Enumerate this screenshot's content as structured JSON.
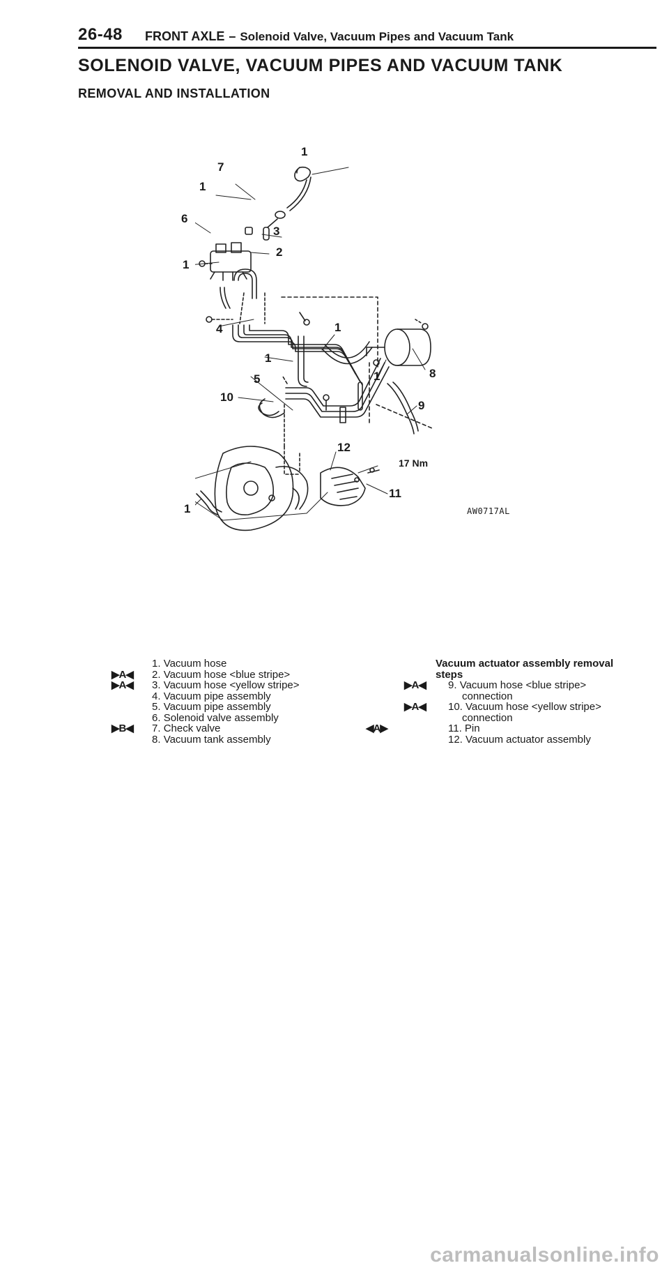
{
  "header": {
    "page_number": "26-48",
    "section": "FRONT AXLE",
    "dash": "–",
    "subtitle": "Solenoid Valve, Vacuum Pipes and Vacuum Tank"
  },
  "main_title": "SOLENOID VALVE, VACUUM PIPES AND VACUUM TANK",
  "section_title": "REMOVAL AND INSTALLATION",
  "figure": {
    "callouts": {
      "c1a": "1",
      "c7": "7",
      "c1b": "1",
      "c6": "6",
      "c3": "3",
      "c2": "2",
      "c1c": "1",
      "c4": "4",
      "c1d": "1",
      "c1e": "1",
      "c8": "8",
      "c1f": "1",
      "c5": "5",
      "c10": "10",
      "c9": "9",
      "c12": "12",
      "c11": "11",
      "c1g": "1"
    },
    "torque": "17 Nm",
    "code": "AW0717AL"
  },
  "legend": {
    "left_items": [
      {
        "mark": "",
        "num": "1.",
        "text": "Vacuum hose"
      },
      {
        "mark": "▶A◀",
        "num": "2.",
        "text": "Vacuum hose <blue stripe>"
      },
      {
        "mark": "▶A◀",
        "num": "3.",
        "text": "Vacuum hose <yellow stripe>"
      },
      {
        "mark": "",
        "num": "4.",
        "text": "Vacuum pipe assembly"
      },
      {
        "mark": "",
        "num": "5.",
        "text": "Vacuum pipe assembly"
      },
      {
        "mark": "",
        "num": "6.",
        "text": "Solenoid valve assembly"
      },
      {
        "mark": "▶B◀",
        "num": "7.",
        "text": "Check valve"
      },
      {
        "mark": "",
        "num": "8.",
        "text": "Vacuum tank assembly"
      }
    ],
    "steps_heading_line1": "Vacuum actuator assembly removal",
    "steps_heading_line2": "steps",
    "right_items": [
      {
        "mark": "▶A◀",
        "num": "9.",
        "text": "Vacuum hose <blue stripe>",
        "cont": "connection"
      },
      {
        "mark": "▶A◀",
        "num": "10.",
        "text": "Vacuum hose <yellow stripe>",
        "cont": "connection"
      },
      {
        "mark": "◀A▶",
        "num": "11.",
        "text": "Pin",
        "cont": ""
      },
      {
        "mark": "",
        "num": "12.",
        "text": "Vacuum actuator assembly",
        "cont": ""
      }
    ]
  },
  "watermark": "carmanualsonline.info"
}
